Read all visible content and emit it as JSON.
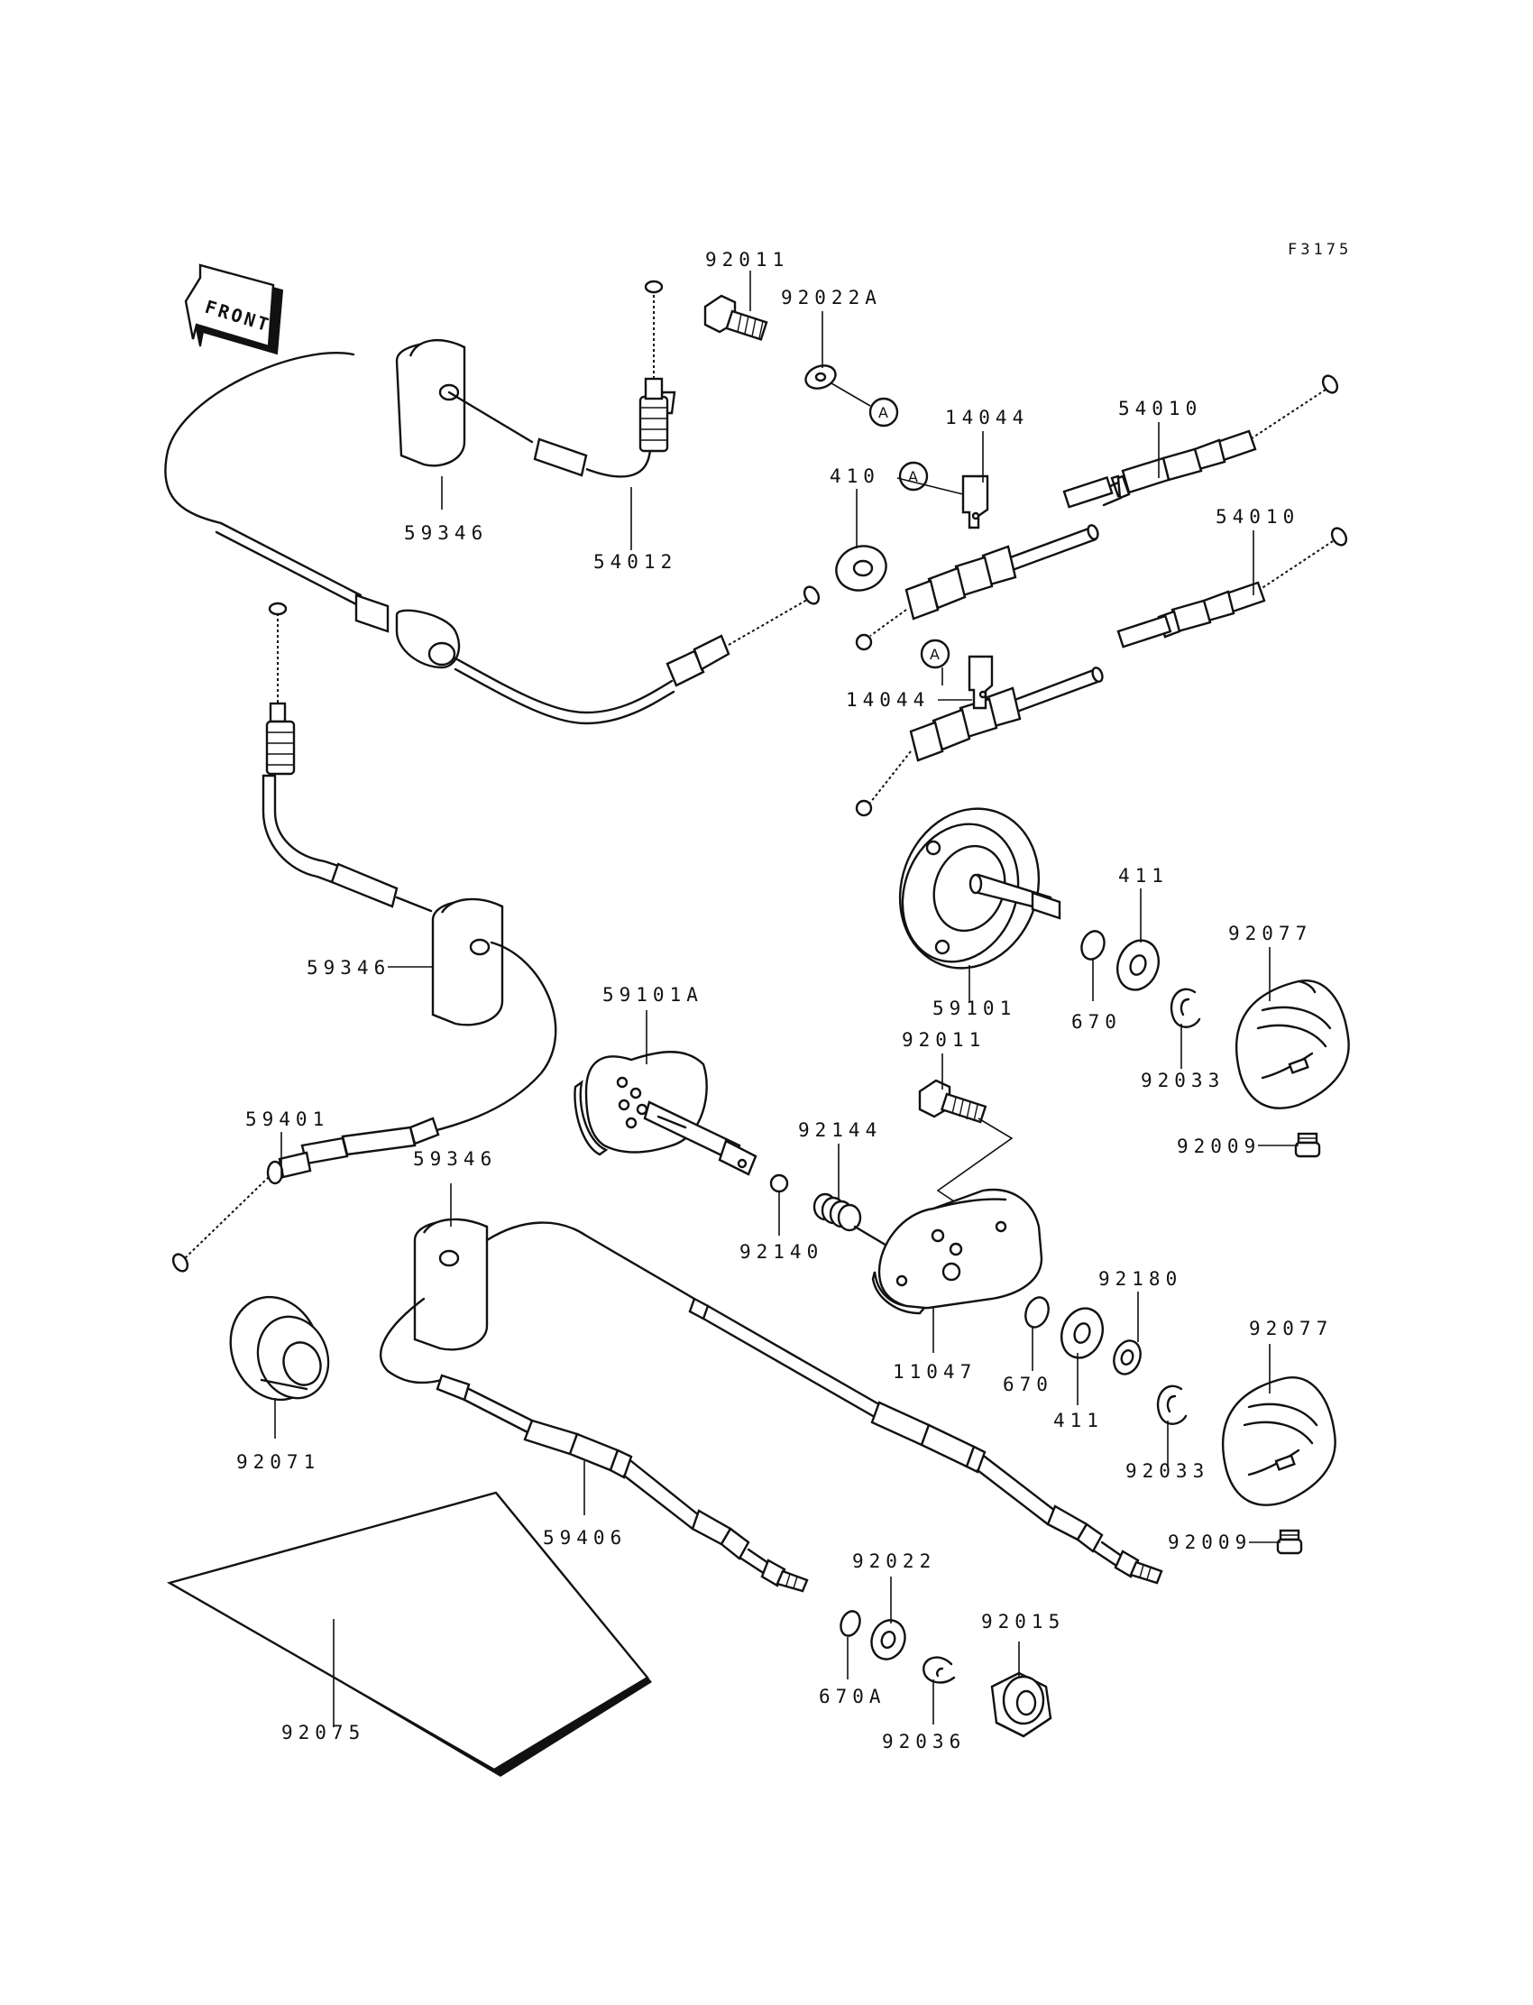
{
  "figure_code": "F3175",
  "front_arrow": "FRONT",
  "ref_marker": "A",
  "parts": {
    "p92011_top": "92011",
    "p92022A": "92022A",
    "p14044_top": "14044",
    "p54010_top": "54010",
    "p54010_mid": "54010",
    "p410": "410",
    "p14044_mid": "14044",
    "p59346_top": "59346",
    "p54012": "54012",
    "p59346_mid": "59346",
    "p59101": "59101",
    "p411_top": "411",
    "p670_top": "670",
    "p92077_top": "92077",
    "p92033_top": "92033",
    "p92009_top": "92009",
    "p59101A": "59101A",
    "p92011_mid": "92011",
    "p92144": "92144",
    "p92140": "92140",
    "p11047": "11047",
    "p59401": "59401",
    "p59346_low": "59346",
    "p92180": "92180",
    "p670_mid": "670",
    "p411_mid": "411",
    "p92077_low": "92077",
    "p92033_low": "92033",
    "p92009_low": "92009",
    "p92071": "92071",
    "p59406": "59406",
    "p92022": "92022",
    "p670A": "670A",
    "p92036": "92036",
    "p92015": "92015",
    "p92075": "92075"
  }
}
